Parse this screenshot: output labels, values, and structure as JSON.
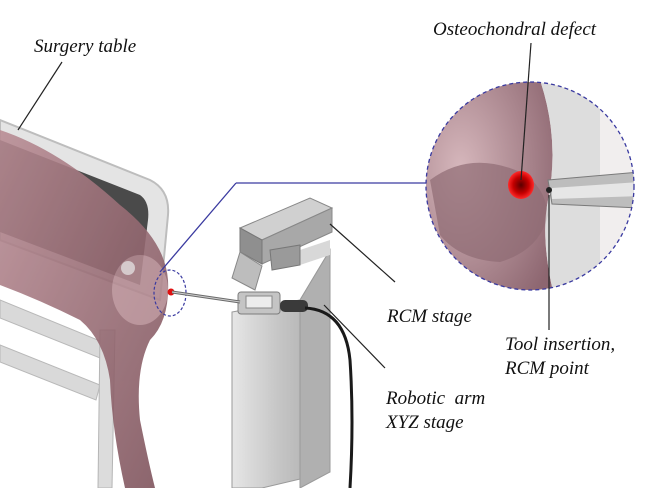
{
  "labels": {
    "surgery_table": "Surgery table",
    "osteochondral_defect": "Osteochondral defect",
    "rcm_stage": "RCM stage",
    "tool_insertion_line1": "Tool insertion,",
    "tool_insertion_line2": "RCM point",
    "robotic_arm_line1": "Robotic  arm",
    "robotic_arm_line2": "XYZ stage"
  },
  "colors": {
    "knee_tissue": "#9e6e78",
    "table_frame": "#d2d2d2",
    "table_top": "#4a4a4a",
    "column": "#cfcfcf",
    "defect": "#e01010",
    "zoom_outline": "#3a3aa0"
  }
}
